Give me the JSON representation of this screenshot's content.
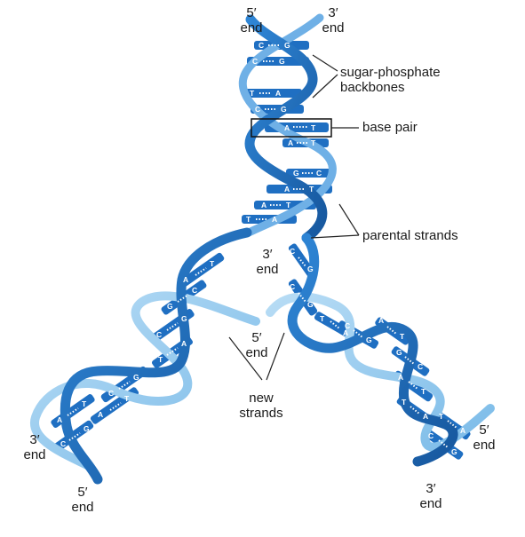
{
  "labels": {
    "top_five_prime": {
      "prime": "5′",
      "end": "end"
    },
    "top_three_prime": {
      "prime": "3′",
      "end": "end"
    },
    "backbones": [
      "sugar-phosphate",
      "backbones"
    ],
    "base_pair": "base pair",
    "parental_strands": "parental strands",
    "fork_three_prime": {
      "prime": "3′",
      "end": "end"
    },
    "fork_five_prime": {
      "prime": "5′",
      "end": "end"
    },
    "new_strands": [
      "new",
      "strands"
    ],
    "left_three_prime": {
      "prime": "3′",
      "end": "end"
    },
    "left_five_prime": {
      "prime": "5′",
      "end": "end"
    },
    "right_five_prime": {
      "prime": "5′",
      "end": "end"
    },
    "right_three_prime": {
      "prime": "3′",
      "end": "end"
    }
  },
  "base_letters": {
    "top_helix": [
      [
        "C",
        "G"
      ],
      [
        "C",
        "G"
      ],
      [
        "T",
        "A"
      ],
      [
        "C",
        "G"
      ],
      [
        "A",
        "T"
      ],
      [
        "A",
        "T"
      ],
      [
        "G",
        "C"
      ],
      [
        "A",
        "T"
      ],
      [
        "A",
        "T"
      ],
      [
        "T",
        "A"
      ]
    ],
    "left_arm": [
      [
        "A",
        "T"
      ],
      [
        "G",
        "C"
      ],
      [
        "C",
        "G"
      ],
      [
        "T",
        "A"
      ],
      [
        "C",
        "G"
      ],
      [
        "A",
        "T"
      ],
      [
        "A",
        "T"
      ],
      [
        "C",
        "G"
      ]
    ],
    "right_arm": [
      [
        "C",
        "G"
      ],
      [
        "C",
        "G"
      ],
      [
        "T",
        "A"
      ],
      [
        "C",
        "G"
      ],
      [
        "A",
        "T"
      ],
      [
        "G",
        "C"
      ],
      [
        "A",
        "T"
      ],
      [
        "T",
        "A"
      ],
      [
        "T",
        "A"
      ],
      [
        "C",
        "G"
      ]
    ]
  },
  "colors": {
    "parental_strand": "#1f6fc2",
    "parental_strand_light": "#3f93de",
    "new_strand": "#8fc8ee",
    "new_strand_light": "#b7dcf5",
    "rung": "#ffffff",
    "leader_line": "#222222",
    "box": "#111111"
  }
}
